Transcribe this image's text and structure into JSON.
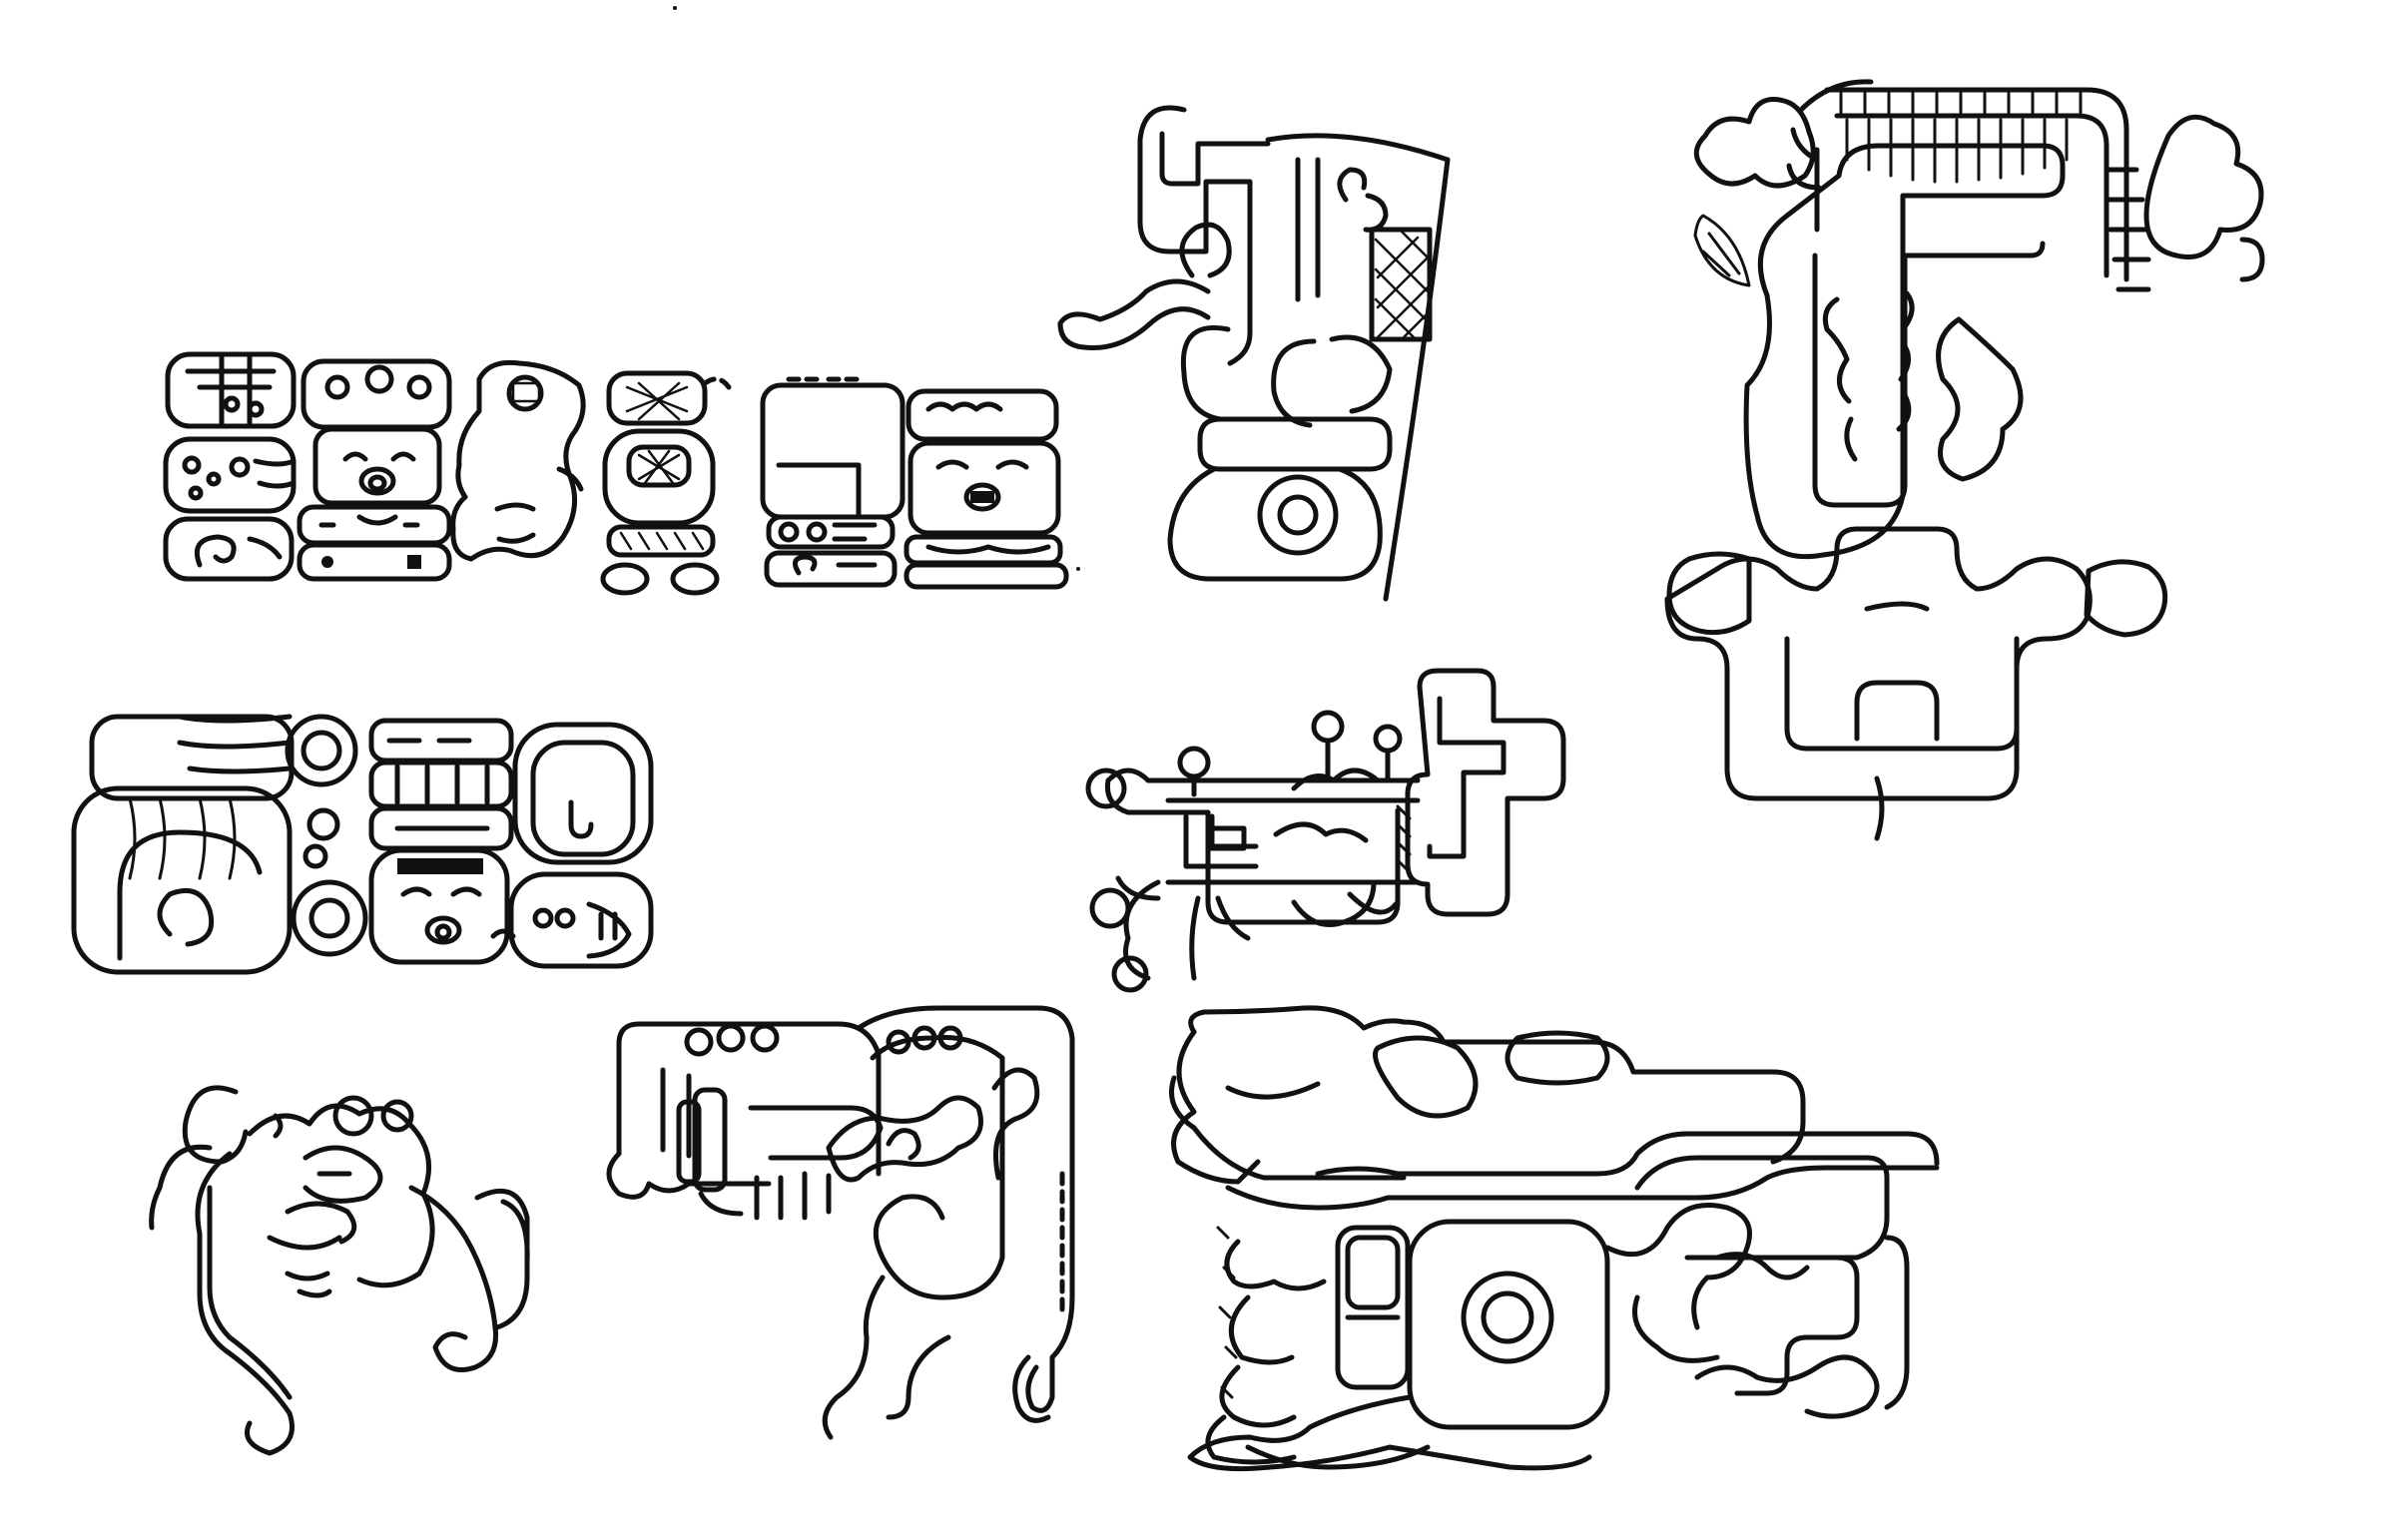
{
  "drawing": {
    "elements": [
      "glyph-block-a",
      "glyph-block-b",
      "glyph-block-c",
      "glyph-block-d",
      "glyph-block-e",
      "serpent-bar-fragment-upper",
      "headdress-emblem",
      "serpent-bar-fragment-middle",
      "serpent-head-small-left",
      "hand-glyph-panel",
      "large-serpent-head-fragment"
    ]
  }
}
